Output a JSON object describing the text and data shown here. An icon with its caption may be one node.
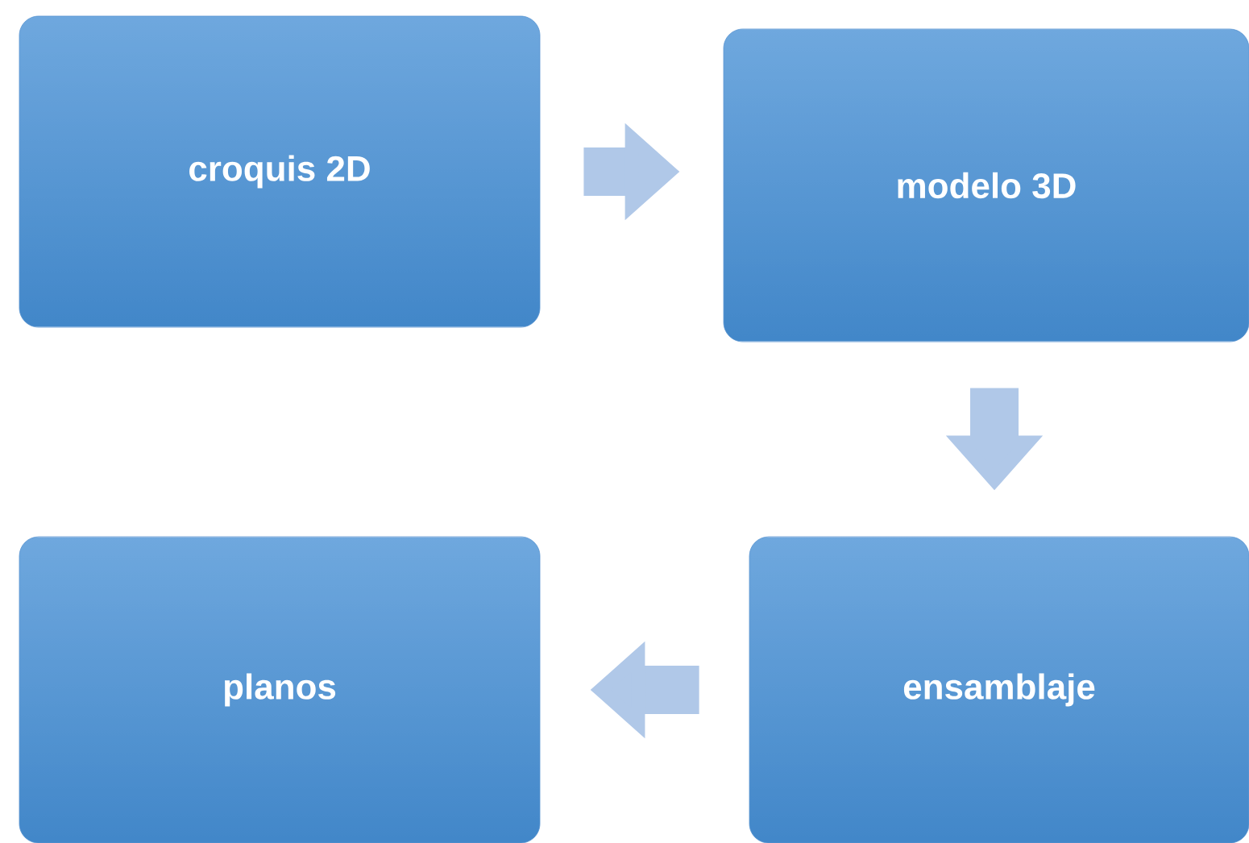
{
  "diagram": {
    "nodes": [
      {
        "text": [
          "croquis 2D"
        ]
      },
      {
        "text": [
          "modelo 3D"
        ]
      },
      {
        "text": [
          "ensamblaje"
        ]
      },
      {
        "text": [
          "planos"
        ]
      }
    ],
    "edges": [
      {
        "from": 0,
        "to": 1,
        "arrow": "to"
      },
      {
        "from": 1,
        "to": 2,
        "arrow": "to"
      },
      {
        "from": 2,
        "to": 3,
        "arrow": "to"
      }
    ]
  }
}
